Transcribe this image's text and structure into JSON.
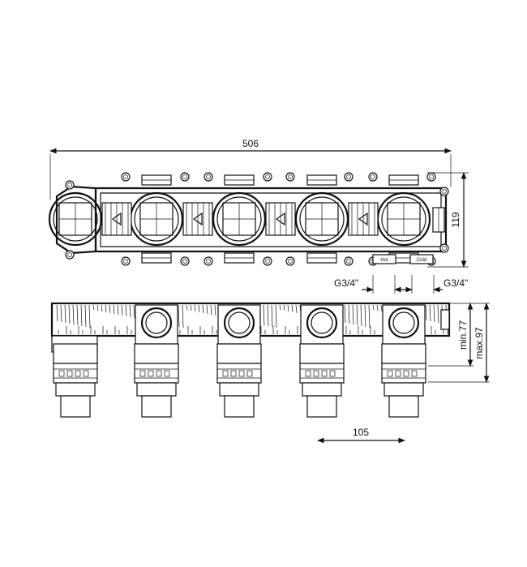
{
  "drawing": {
    "dimensions": {
      "overall_width": "506",
      "height": "119",
      "inlet_left": "G3/4\"",
      "inlet_right": "G3/4\"",
      "depth_min": "min.77",
      "depth_max": "max.97",
      "spacing": "105"
    },
    "port_labels": {
      "hot": "Hot",
      "cold": "Cold"
    }
  }
}
